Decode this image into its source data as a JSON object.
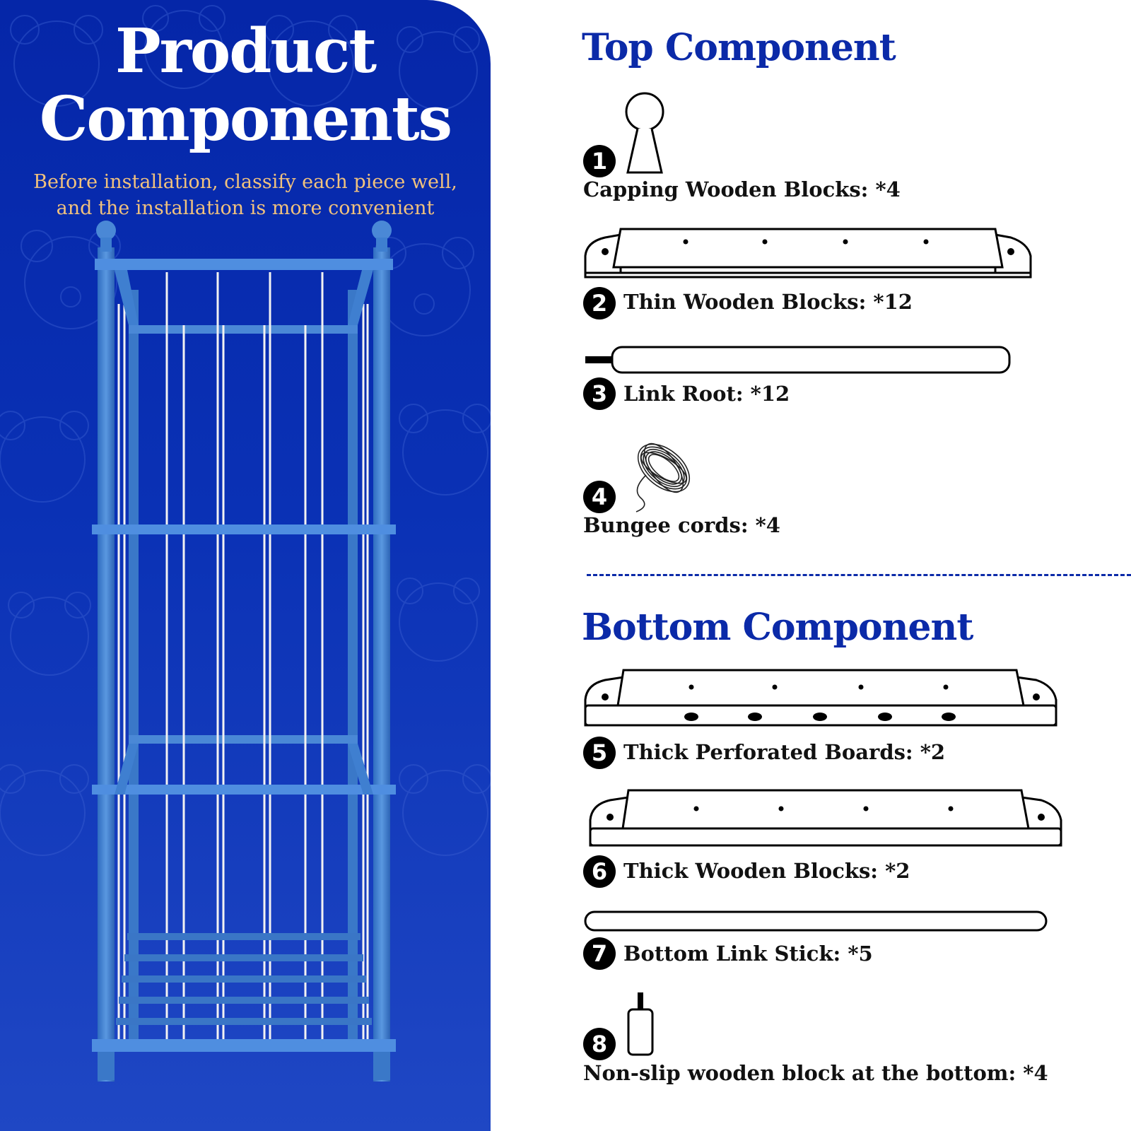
{
  "left": {
    "title_line1": "Product",
    "title_line2": "Components",
    "subtitle_line1": "Before installation, classify each piece well,",
    "subtitle_line2": "and the installation is more convenient"
  },
  "top_section": {
    "title": "Top Component",
    "items": [
      {
        "number": "1",
        "label": "Capping Wooden Blocks: *4"
      },
      {
        "number": "2",
        "label": "Thin Wooden Blocks: *12"
      },
      {
        "number": "3",
        "label": "Link Root: *12"
      },
      {
        "number": "4",
        "label": "Bungee cords: *4"
      }
    ]
  },
  "bottom_section": {
    "title": "Bottom Component",
    "items": [
      {
        "number": "5",
        "label": "Thick Perforated Boards: *2"
      },
      {
        "number": "6",
        "label": "Thick Wooden Blocks: *2"
      },
      {
        "number": "7",
        "label": "Bottom Link Stick: *5"
      },
      {
        "number": "8",
        "label": "Non-slip wooden block at the bottom: *4"
      }
    ]
  },
  "colors": {
    "panel_blue": "#0a31b5",
    "shelf_blue": "#3f7fd0",
    "title_blue": "#0b2aa8",
    "subtitle_gold": "#f1c27d"
  },
  "icons": [
    "bear-pattern",
    "capping-block-icon",
    "thin-block-icon",
    "link-root-icon",
    "bungee-cord-icon",
    "perforated-board-icon",
    "thick-block-icon",
    "link-stick-icon",
    "non-slip-foot-icon"
  ]
}
